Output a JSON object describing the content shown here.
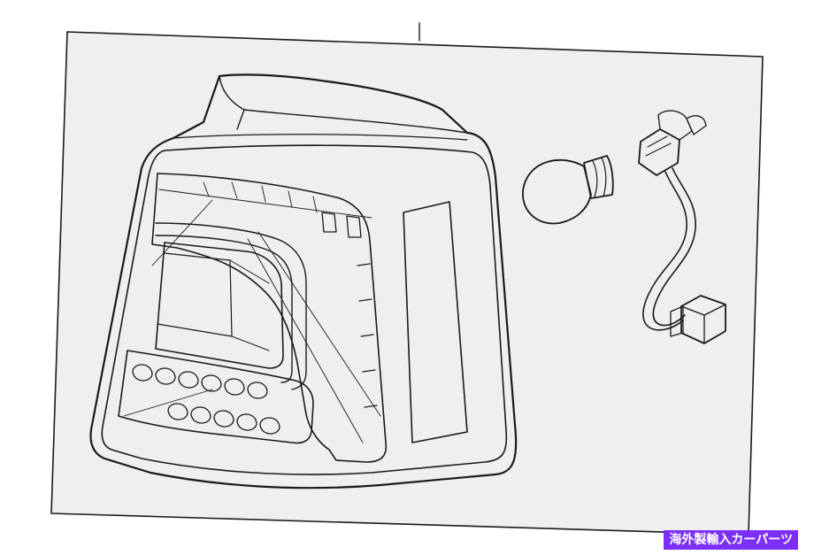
{
  "badge": {
    "text": "海外製輸入カーパーツ",
    "bg_color": "#7b2ff7",
    "text_color": "#ffffff"
  },
  "colors": {
    "panel_fill": "#efefef",
    "line": "#1a1a1a",
    "part_fill": "#ffffff"
  },
  "parts": [
    {
      "name": "tail-lamp-assembly"
    },
    {
      "name": "bulb"
    },
    {
      "name": "socket-harness"
    }
  ]
}
